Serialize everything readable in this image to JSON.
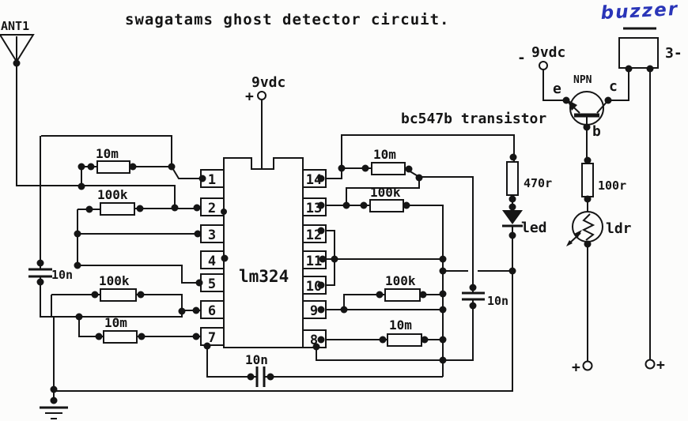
{
  "title": "swagatams ghost detector circuit.",
  "antenna": {
    "label": "ANT1"
  },
  "power": {
    "top": {
      "plus": "+",
      "label": "9vdc"
    },
    "aux": {
      "minus": "-",
      "label": "9vdc"
    }
  },
  "ic": {
    "name": "lm324",
    "pins_left": [
      "1",
      "2",
      "3",
      "4",
      "5",
      "6",
      "7"
    ],
    "pins_right": [
      "14",
      "13",
      "12",
      "11",
      "10",
      "9",
      "8"
    ]
  },
  "transistor": {
    "caption": "bc547b transistor",
    "type": "NPN",
    "emitter": "e",
    "collector": "c",
    "base": "b"
  },
  "buzzer": {
    "label": "buzzer",
    "wire_label": "3-",
    "ink_color": "#2a35b8"
  },
  "resistors": {
    "left_top": "10m",
    "left_upper": "100k",
    "left_lower": "100k",
    "left_bottom": "10m",
    "right_top": "10m",
    "right_upper": "100k",
    "right_lower": "100k",
    "right_bottom": "10m",
    "led_series": "470r",
    "ldr_series": "100r"
  },
  "capacitors": {
    "left": "10n",
    "bottom": "10n",
    "right": "10n"
  },
  "diode": {
    "label": "led"
  },
  "ldr": {
    "label": "ldr"
  },
  "terminals": {
    "bottom_left": "+",
    "bottom_right": "+"
  }
}
